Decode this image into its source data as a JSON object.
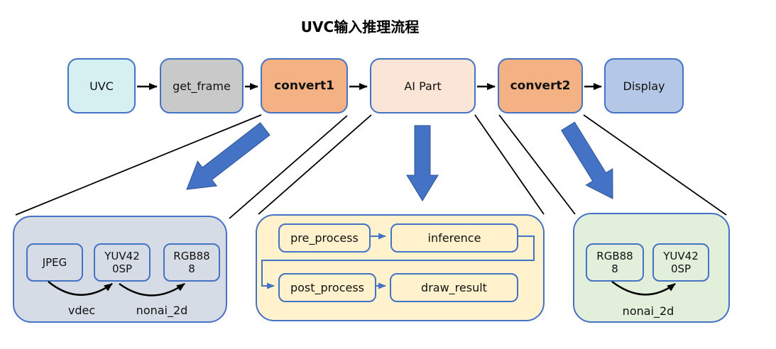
{
  "title": "UVC输入推理流程",
  "colors": {
    "border_blue": "#4472c4",
    "big_arrow_fill": "#4472c4",
    "big_arrow_stroke": "#2f5597",
    "connector_black": "#000000",
    "uvc_fill": "#d6f0f1",
    "get_frame_fill": "#c9c9c9",
    "convert_fill": "#f4b183",
    "ai_part_fill": "#fbe5d6",
    "display_fill": "#b4c7e7",
    "decode_group_fill": "#d6dce5",
    "ai_group_fill": "#fff2cc",
    "convert_group_fill": "#e2efda"
  },
  "flow": {
    "nodes": [
      {
        "label": "UVC"
      },
      {
        "label": "get_frame"
      },
      {
        "label": "convert1"
      },
      {
        "label": "AI Part"
      },
      {
        "label": "convert2"
      },
      {
        "label": "Display"
      }
    ]
  },
  "decode_group": {
    "items": [
      {
        "label": "JPEG"
      },
      {
        "label": "YUV42\n0SP"
      },
      {
        "label": "RGB88\n8"
      }
    ],
    "captions": [
      {
        "label": "vdec"
      },
      {
        "label": "nonai_2d"
      }
    ]
  },
  "ai_group": {
    "items": [
      {
        "label": "pre_process"
      },
      {
        "label": "inference"
      },
      {
        "label": "post_process"
      },
      {
        "label": "draw_result"
      }
    ]
  },
  "convert_group": {
    "items": [
      {
        "label": "RGB88\n8"
      },
      {
        "label": "YUV42\n0SP"
      }
    ],
    "caption": "nonai_2d"
  }
}
